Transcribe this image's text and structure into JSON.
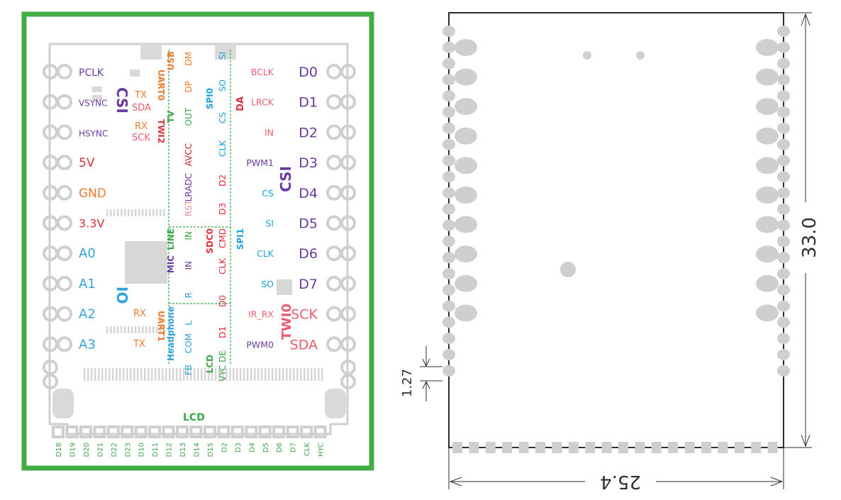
{
  "colors": {
    "border_green": "#43ad45",
    "pad_gray": "#cfcfcf",
    "gray_light": "#e1e1e1",
    "outline_dark": "#2e2e2e",
    "purple": "#6a3ba0",
    "orange": "#ef7c2c",
    "red": "#e0303c",
    "cyan": "#1ca1df",
    "green": "#3aa84a",
    "pink": "#ec5c70",
    "darkred": "#c02626",
    "blue": "#2fa2e0"
  },
  "left_labels": [
    "PCLK",
    "VSYNC",
    "HSYNC",
    "5V",
    "GND",
    "3.3V",
    "A0",
    "A1",
    "A2",
    "A3"
  ],
  "right_labels": [
    "D0",
    "D1",
    "D2",
    "D3",
    "D4",
    "D5",
    "D6",
    "D7",
    "SCK",
    "SDA"
  ],
  "inner_right_labels": [
    "BCLK",
    "LRCK",
    "IN",
    "PWM1",
    "CS",
    "SI",
    "CLK",
    "SO",
    "IR_RX",
    "PWM0"
  ],
  "bottom_labels": [
    "D18",
    "D19",
    "D20",
    "D21",
    "D22",
    "D23",
    "D10",
    "D11",
    "D12",
    "D13",
    "D14",
    "D15",
    "D2",
    "D3",
    "D4",
    "D5",
    "D6",
    "D7",
    "CLK",
    "HYC"
  ],
  "small_labels": {
    "tx_top": "TX",
    "sda": "SDA",
    "rx_top": "RX",
    "sck": "SCK",
    "rx_bottom": "RX",
    "tx_bottom": "TX",
    "lcd_bottom": "LCD"
  },
  "group_labels": {
    "csi_left": "CSI",
    "csi_right": "CSI",
    "io": "IO",
    "da": "DA",
    "twi0": "TWI0",
    "twi2": "TWI2",
    "uart0": "UART0",
    "uart1": "UART1",
    "usb": "USB",
    "tv": "TV",
    "spi0": "SPI0",
    "spi1": "SPI1",
    "sdc0": "SDC0",
    "mic": "MIC",
    "line": "LINE",
    "headphone": "Headphone",
    "lcd_vertical": "LCD"
  },
  "vertical_texts": {
    "dm": "DM",
    "dp": "DP",
    "out": "OUT",
    "avcc": "AVCC",
    "lradc": "LRADC",
    "rst": "RST",
    "si": "SI",
    "so": "SO",
    "cs": "CS",
    "clk": "CLK",
    "d2": "D2",
    "d3": "D3",
    "cmd": "CMD",
    "clk2": "CLK",
    "d0": "D0",
    "d1": "D1",
    "in_line": "IN",
    "in_mic": "IN",
    "r": "R",
    "l": "L",
    "com": "COM",
    "fb": "FB",
    "vyc_de": "VYC DE"
  },
  "dimensions": {
    "width": "25.4",
    "height": "33.0",
    "pitch": "1.27"
  }
}
